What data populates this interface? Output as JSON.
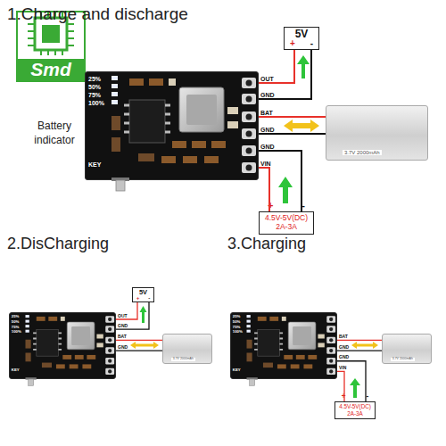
{
  "diagram": {
    "title": "1.Charge and discharge",
    "nodes": [
      {
        "text": [
          "Smd"
        ]
      },
      {
        "text": [
          "25%",
          "50%",
          "75%",
          "100%",
          "KEY"
        ]
      },
      {
        "text": [
          "5V",
          "+",
          "-"
        ]
      },
      {
        "text": [
          "3.7V 2000mAh"
        ]
      },
      {
        "text": [
          "+",
          "-",
          "4.5V-5V(DC) 2A-3A"
        ]
      },
      {
        "text": [
          "25%",
          "50%",
          "75%",
          "100%",
          "KEY"
        ]
      },
      {
        "text": [
          "5V",
          "+",
          "-"
        ]
      },
      {
        "text": [
          "3.7V 2000mAh"
        ]
      },
      {
        "text": [
          "25%",
          "50%",
          "75%",
          "100%",
          "KEY"
        ]
      },
      {
        "text": [
          "3.7V 2000mAh"
        ]
      },
      {
        "text": [
          "+",
          "-",
          "4.5V-5V(DC) 2A-3A"
        ]
      }
    ],
    "edges": [
      {
        "from": 1,
        "to": 2,
        "arrow": "none",
        "label": "OUT"
      },
      {
        "from": 1,
        "to": 2,
        "arrow": "none",
        "label": "GND"
      },
      {
        "from": 1,
        "to": 3,
        "arrow": "none",
        "label": "BAT"
      },
      {
        "from": 1,
        "to": 3,
        "arrow": "none",
        "label": "GND"
      },
      {
        "from": 1,
        "to": 4,
        "arrow": "none",
        "label": "GND"
      },
      {
        "from": 1,
        "to": 4,
        "arrow": "none",
        "label": "VIN"
      },
      {
        "from": 5,
        "to": 6,
        "arrow": "none",
        "label": "OUT"
      },
      {
        "from": 5,
        "to": 6,
        "arrow": "none",
        "label": "GND"
      },
      {
        "from": 5,
        "to": 7,
        "arrow": "none",
        "label": "BAT"
      },
      {
        "from": 5,
        "to": 7,
        "arrow": "none",
        "label": "GND"
      },
      {
        "from": 8,
        "to": 9,
        "arrow": "none",
        "label": "BAT"
      },
      {
        "from": 8,
        "to": 9,
        "arrow": "none",
        "label": "GND"
      },
      {
        "from": 8,
        "to": 10,
        "arrow": "none",
        "label": "GND"
      },
      {
        "from": 8,
        "to": 10,
        "arrow": "none",
        "label": "VIN"
      }
    ],
    "labels": [
      "Battery indicator",
      "2.DisCharging",
      "3.Charging"
    ]
  }
}
